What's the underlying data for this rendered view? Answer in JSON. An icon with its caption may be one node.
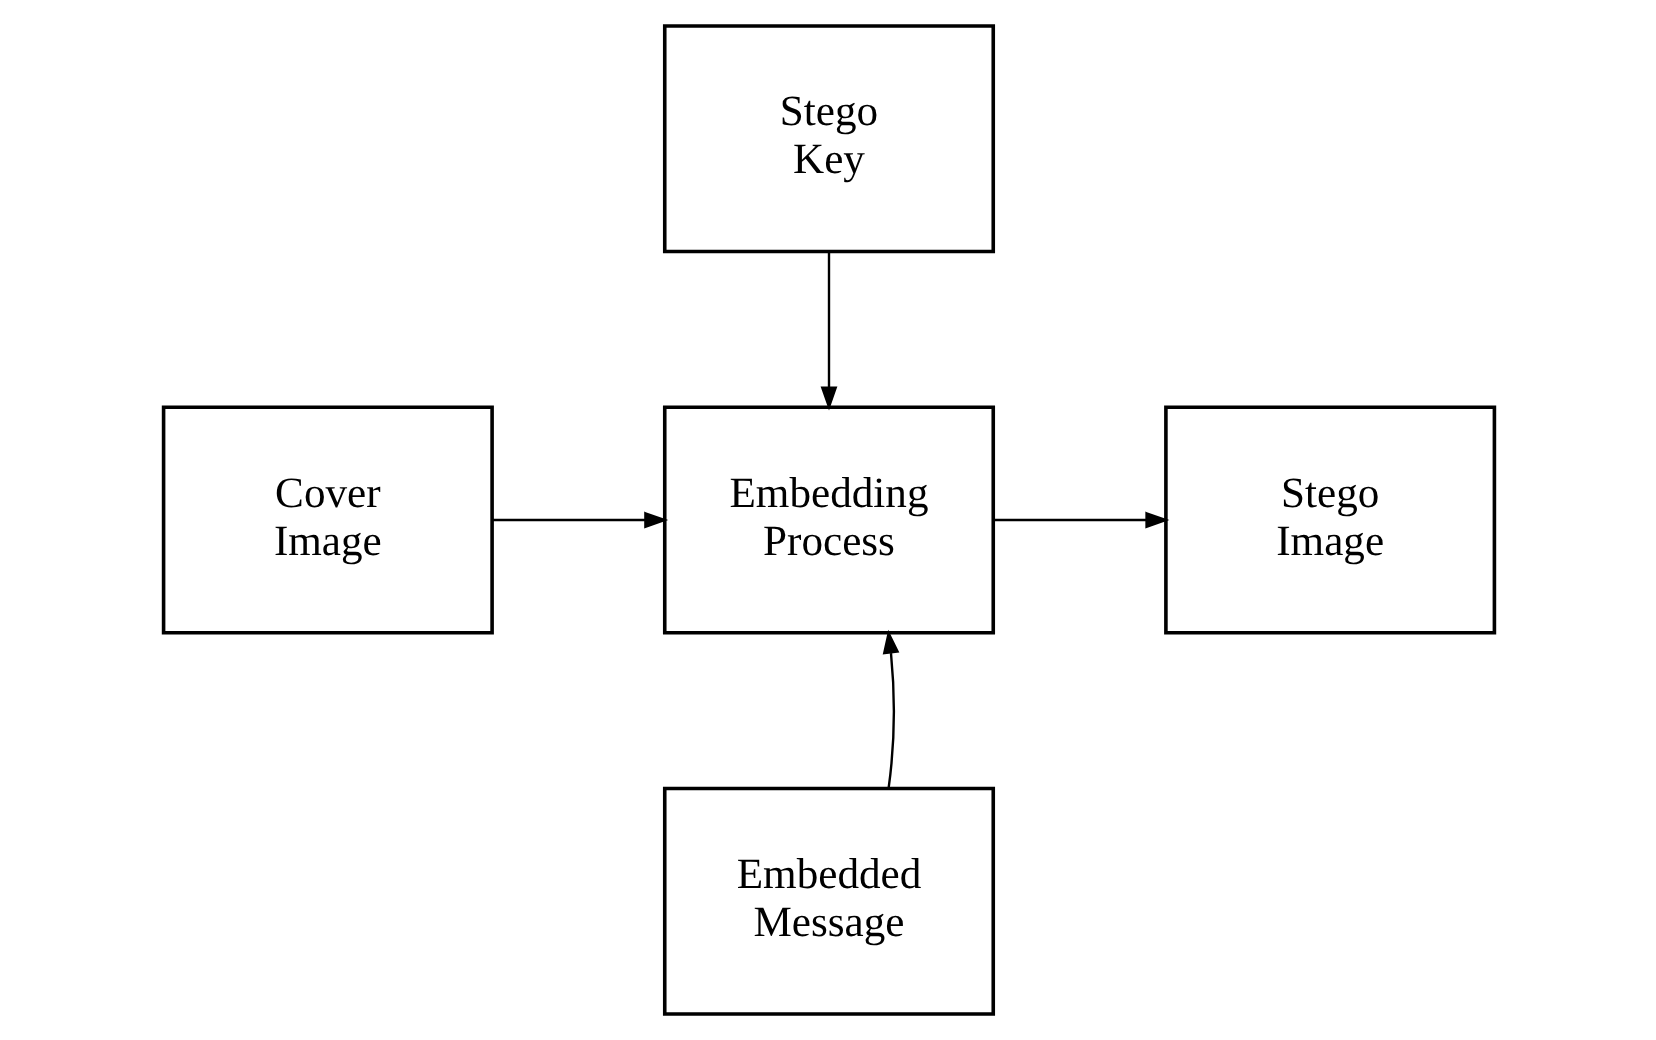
{
  "diagram": {
    "nodes": [
      {
        "text": [
          "Stego Key"
        ]
      },
      {
        "text": [
          "Cover Image"
        ]
      },
      {
        "text": [
          "Embedding Process"
        ]
      },
      {
        "text": [
          "Stego Image"
        ]
      },
      {
        "text": [
          "Embedded Message"
        ]
      }
    ],
    "edges": [
      {
        "from": 0,
        "to": 2,
        "arrow": "to"
      },
      {
        "from": 1,
        "to": 2,
        "arrow": "to"
      },
      {
        "from": 2,
        "to": 3,
        "arrow": "to"
      },
      {
        "from": 4,
        "to": 2,
        "arrow": "to"
      }
    ]
  }
}
